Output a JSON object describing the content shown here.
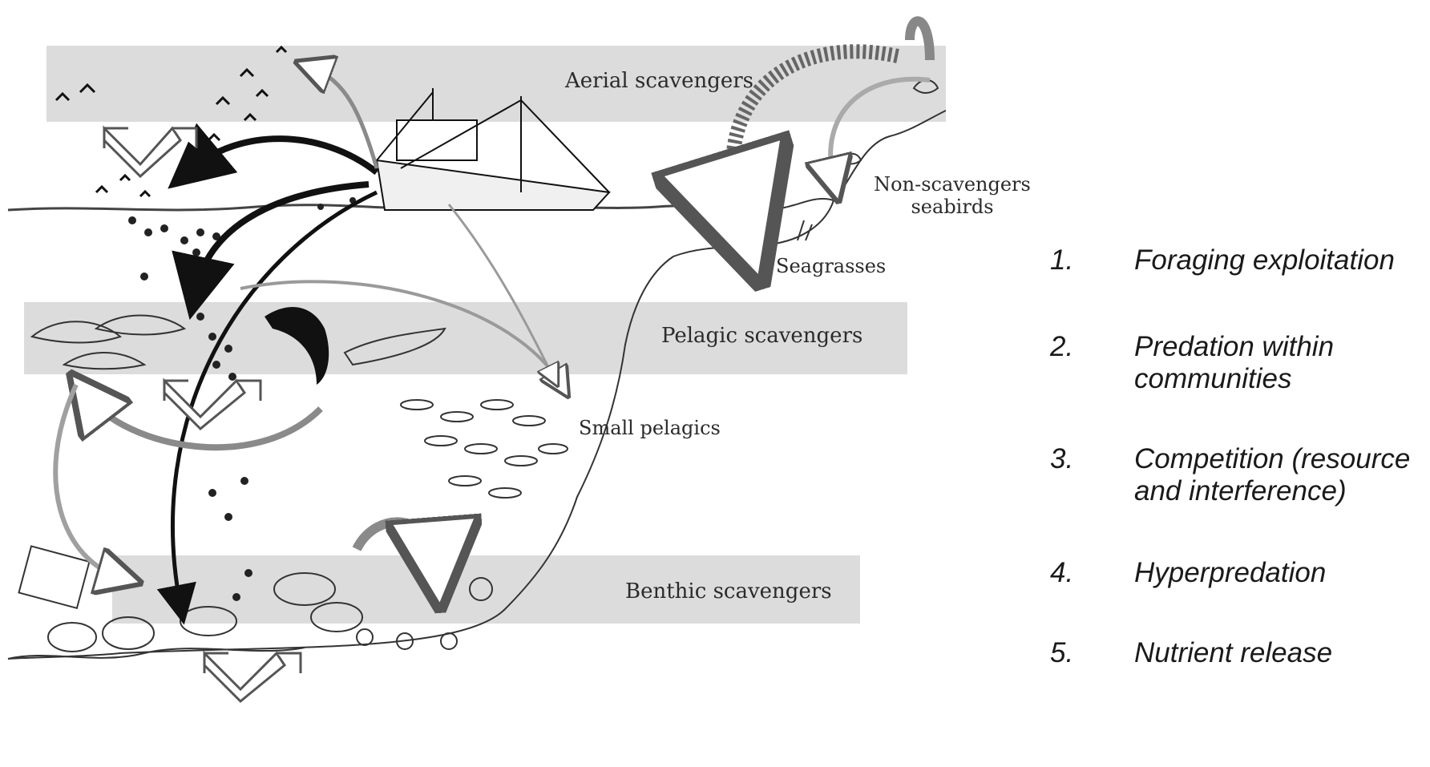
{
  "labels": {
    "aerial": "Aerial scavengers",
    "non_scavengers_line1": "Non-scavengers",
    "non_scavengers_line2": "seabirds",
    "seagrasses": "Seagrasses",
    "pelagic": "Pelagic scavengers",
    "small_pelagics": "Small pelagics",
    "benthic": "Benthic scavengers"
  },
  "legend": [
    {
      "num": "1.",
      "text": "Foraging exploitation"
    },
    {
      "num": "2.",
      "text": "Predation within communities"
    },
    {
      "num": "3.",
      "text": "Competition (resource and interference)"
    },
    {
      "num": "4.",
      "text": "Hyperpredation"
    },
    {
      "num": "5.",
      "text": "Nutrient release"
    }
  ],
  "colors": {
    "band": "#dcdcdc",
    "black_arrow": "#111111",
    "grey_arrow": "#8a8a8a",
    "outline": "#333333"
  }
}
